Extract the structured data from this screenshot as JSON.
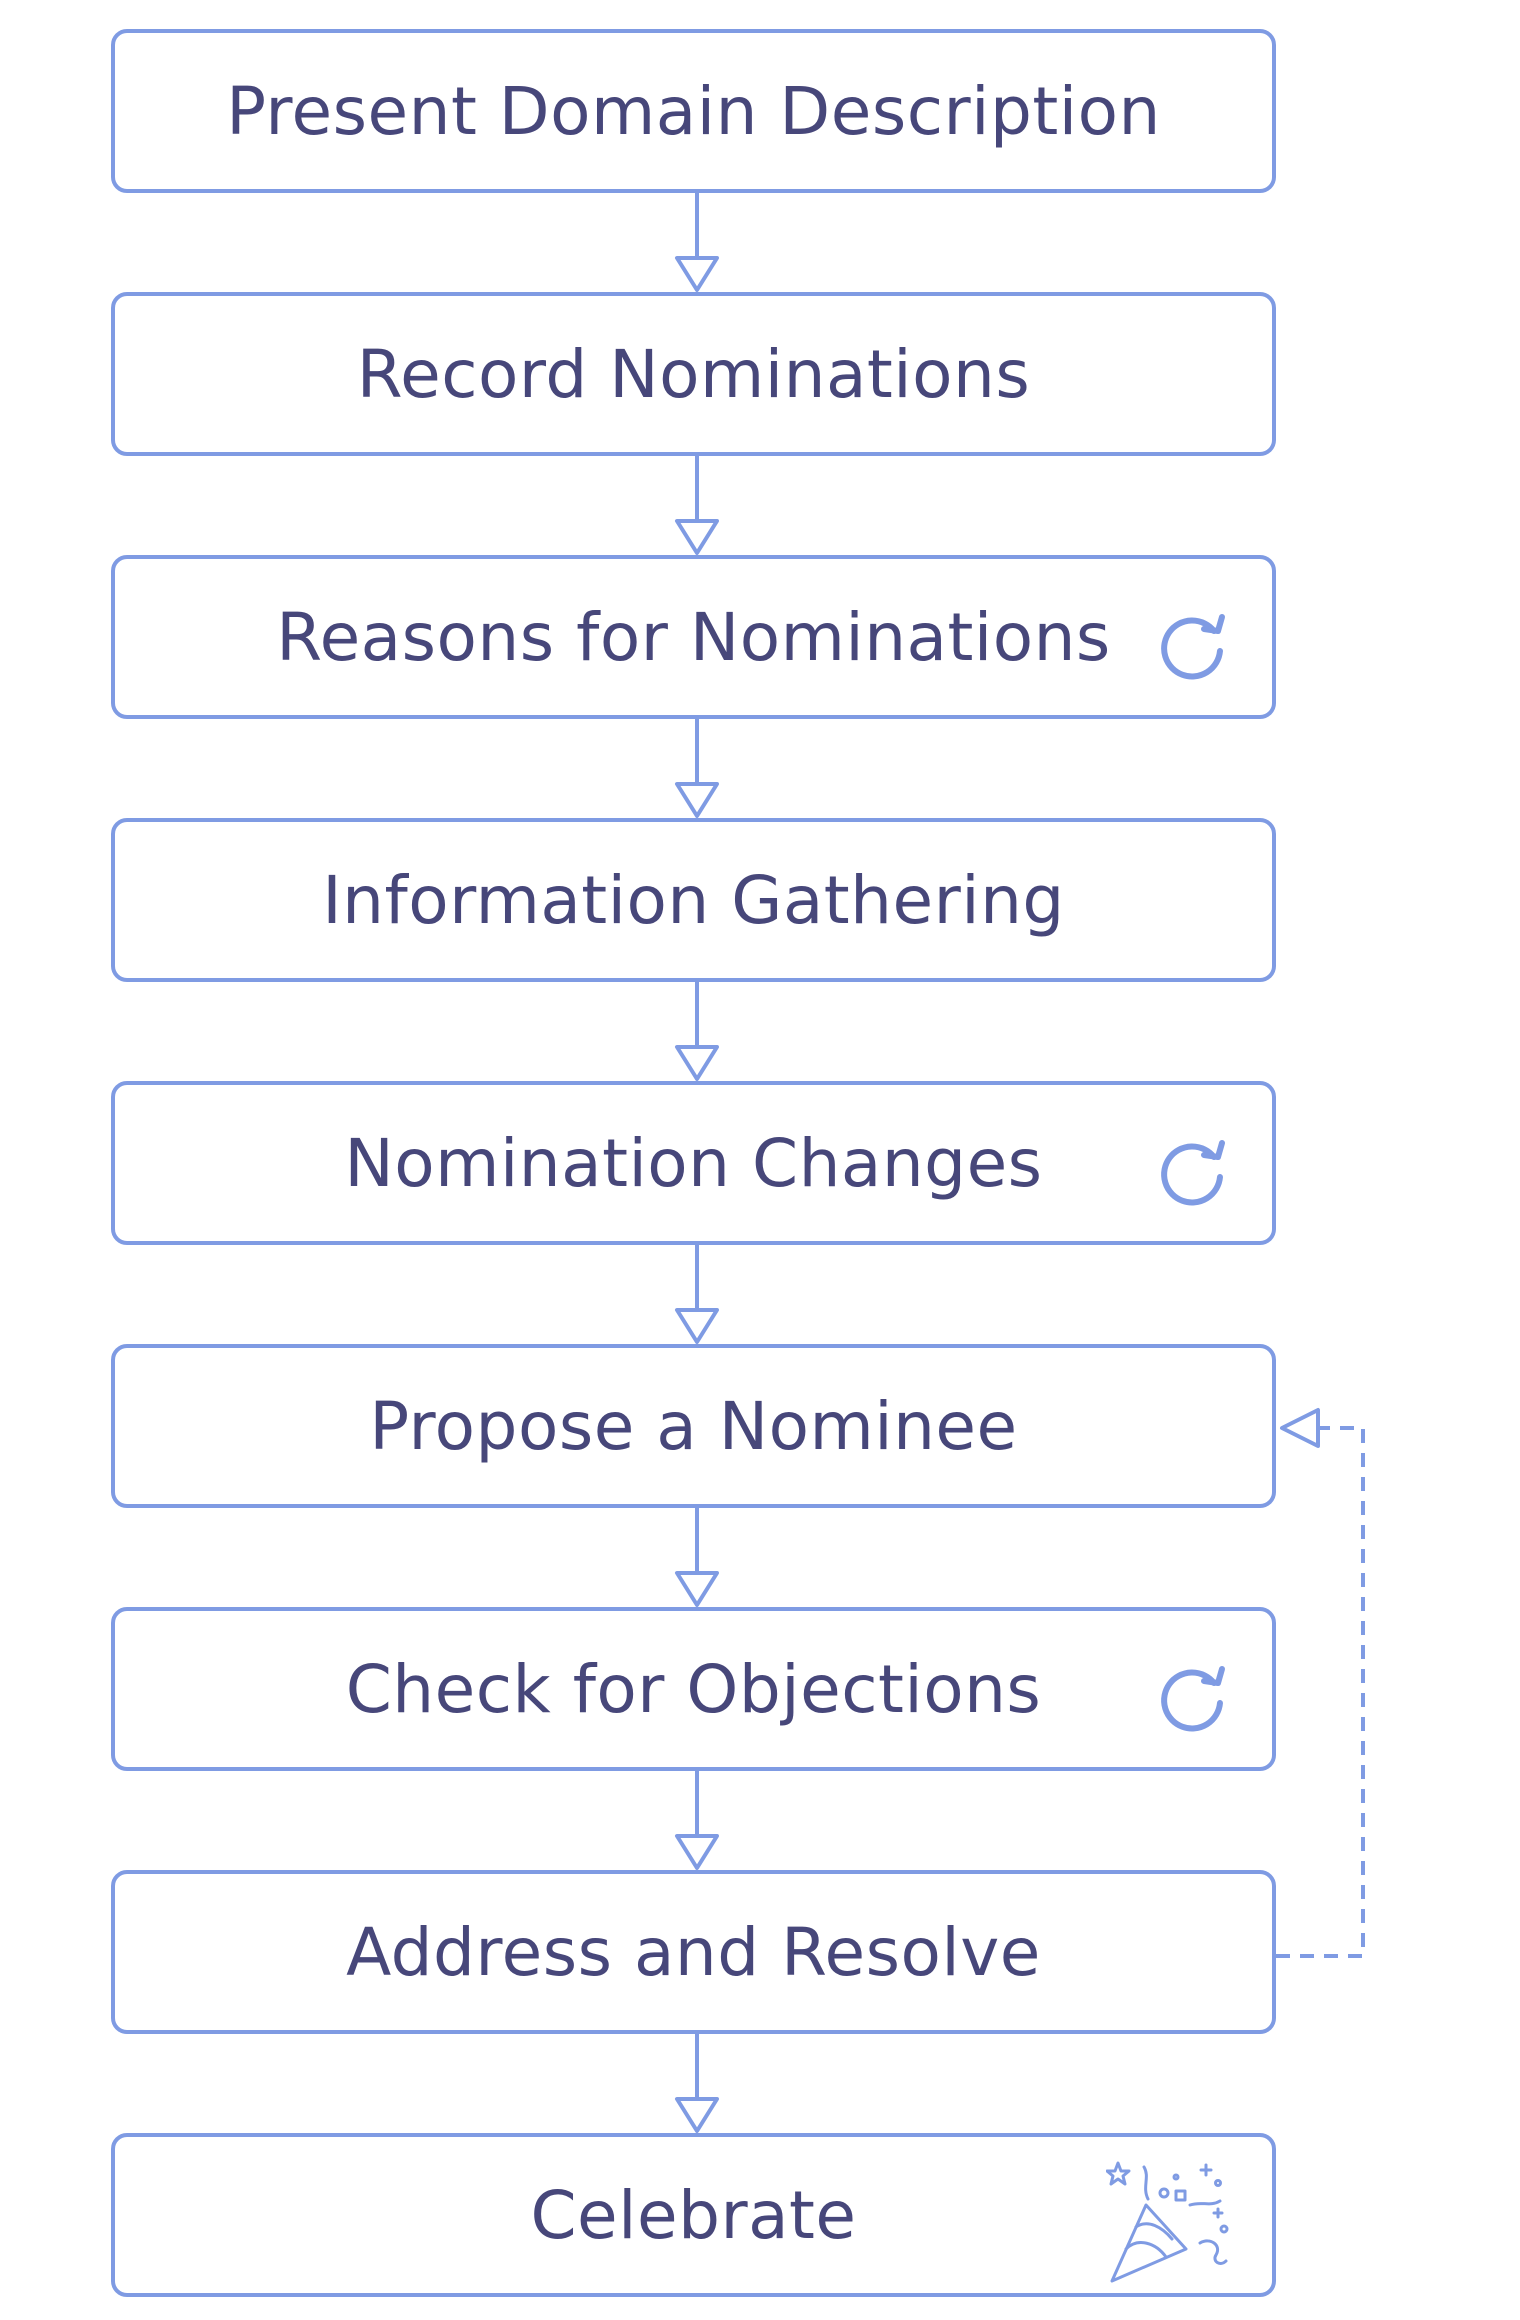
{
  "diagram": {
    "steps": [
      {
        "label": "Present Domain Description",
        "icon": null
      },
      {
        "label": "Record Nominations",
        "icon": null
      },
      {
        "label": "Reasons for Nominations",
        "icon": "repeat-icon"
      },
      {
        "label": "Information Gathering",
        "icon": null
      },
      {
        "label": "Nomination Changes",
        "icon": "repeat-icon"
      },
      {
        "label": "Propose a Nominee",
        "icon": null
      },
      {
        "label": "Check for Objections",
        "icon": "repeat-icon"
      },
      {
        "label": "Address and Resolve",
        "icon": null
      },
      {
        "label": "Celebrate",
        "icon": "confetti-party-icon"
      }
    ],
    "loop_back": {
      "from": "Address and Resolve",
      "to": "Propose a Nominee",
      "style": "dashed"
    },
    "colors": {
      "border": "#7f9be3",
      "text": "#47477a",
      "background": "#ffffff"
    }
  }
}
